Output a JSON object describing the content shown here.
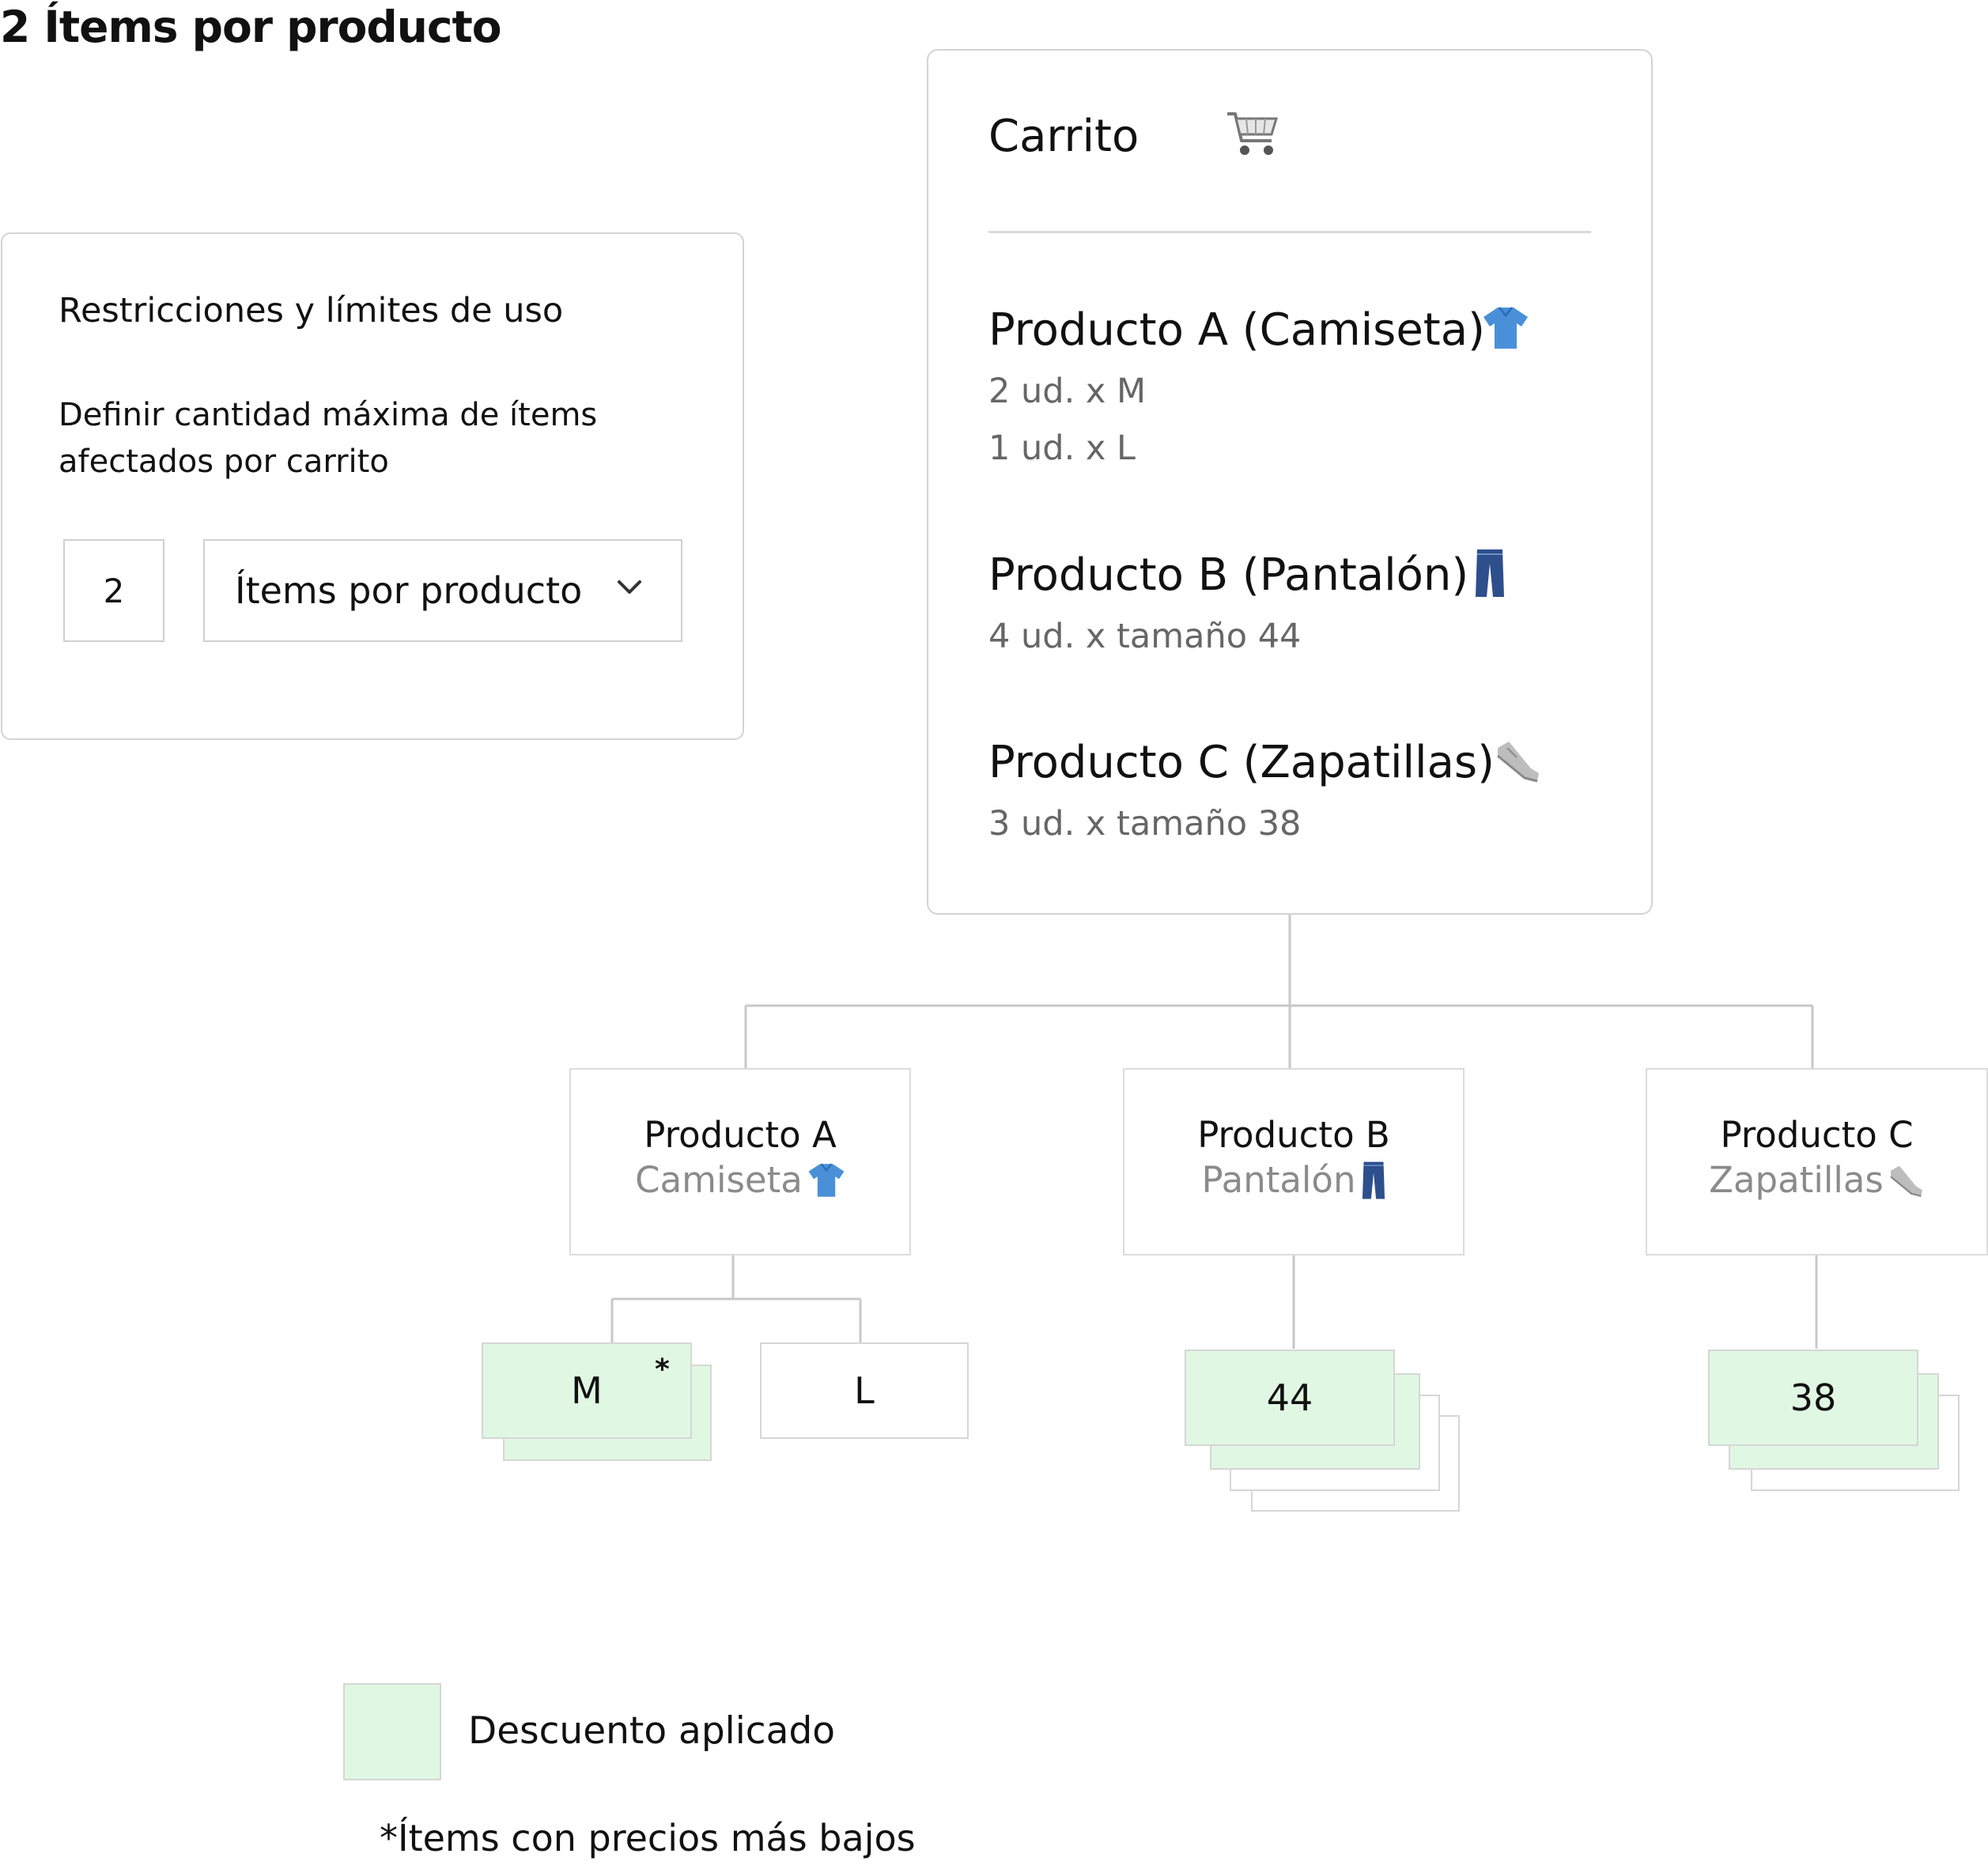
{
  "title": "2 Ítems por producto",
  "settings": {
    "heading": "Restricciones y límites de uso",
    "description": "Definir cantidad máxima de ítems afectados por carrito",
    "quantity": "2",
    "mode": "Ítems por producto"
  },
  "cart": {
    "title": "Carrito",
    "products": [
      {
        "name": "Producto A (Camiseta)",
        "icon": "shirt-icon",
        "lines": [
          "2 ud. x M",
          "1 ud. x L"
        ]
      },
      {
        "name": "Producto B (Pantalón)",
        "icon": "jeans-icon",
        "lines": [
          "4 ud. x tamaño 44"
        ]
      },
      {
        "name": "Producto C (Zapatillas)",
        "icon": "sneaker-icon",
        "lines": [
          "3 ud. x  tamaño 38"
        ]
      }
    ]
  },
  "tree": {
    "products": [
      {
        "name": "Producto A",
        "type": "Camiseta",
        "icon": "shirt-icon"
      },
      {
        "name": "Producto B",
        "type": "Pantalón",
        "icon": "jeans-icon"
      },
      {
        "name": "Producto C",
        "type": "Zapatillas",
        "icon": "sneaker-icon"
      }
    ],
    "variants": {
      "a_m": {
        "label": "M",
        "mark": "*"
      },
      "a_l": {
        "label": "L"
      },
      "b_44": {
        "label": "44"
      },
      "c_38": {
        "label": "38"
      }
    }
  },
  "legend": {
    "discount": "Descuento aplicado",
    "footnote": "*Ítems con precios más bajos"
  },
  "colors": {
    "discount_fill": "#e0f8e3",
    "border": "#d4d4d4",
    "shirt": "#4a90d9",
    "jeans": "#2d4f8c"
  }
}
